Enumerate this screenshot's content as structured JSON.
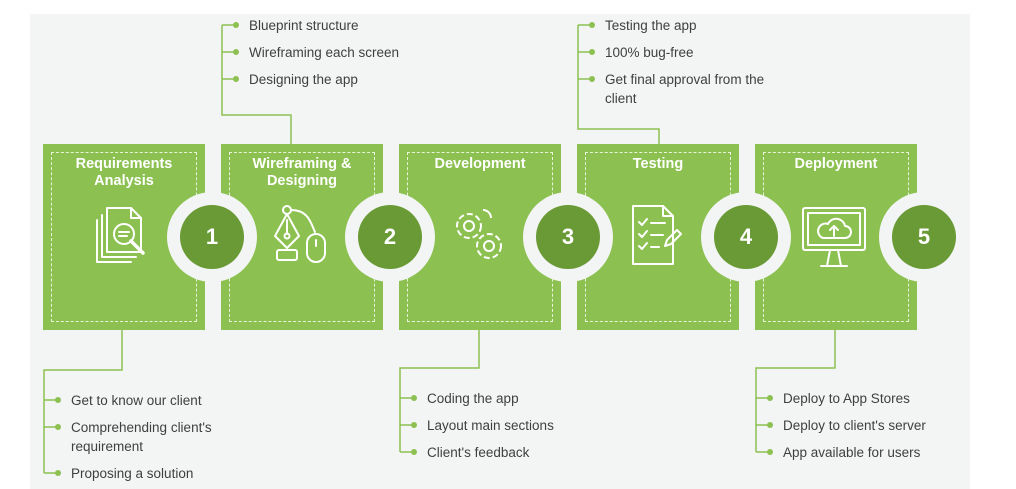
{
  "steps": [
    {
      "number": "1",
      "title": "Requirements Analysis",
      "icon": "document-search-icon"
    },
    {
      "number": "2",
      "title": "Wireframing & Designing",
      "icon": "pen-tool-mouse-icon"
    },
    {
      "number": "3",
      "title": "Development",
      "icon": "gears-icon"
    },
    {
      "number": "4",
      "title": "Testing",
      "icon": "checklist-icon"
    },
    {
      "number": "5",
      "title": "Deployment",
      "icon": "cloud-monitor-icon"
    }
  ],
  "details": {
    "step1": [
      "Get to know our client",
      "Comprehending client's requirement",
      "Proposing a solution"
    ],
    "step2": [
      "Blueprint structure",
      "Wireframing each screen",
      "Designing the app"
    ],
    "step3": [
      "Coding the app",
      "Layout main sections",
      "Client's feedback"
    ],
    "step4": [
      "Testing the app",
      "100% bug-free",
      "Get final approval from the client"
    ],
    "step5": [
      "Deploy to App Stores",
      "Deploy to client's server",
      "App available for users"
    ]
  },
  "colors": {
    "card": "#8cc152",
    "circle": "#6a9a35",
    "connector": "#8cc152",
    "background": "#f3f4f4"
  }
}
